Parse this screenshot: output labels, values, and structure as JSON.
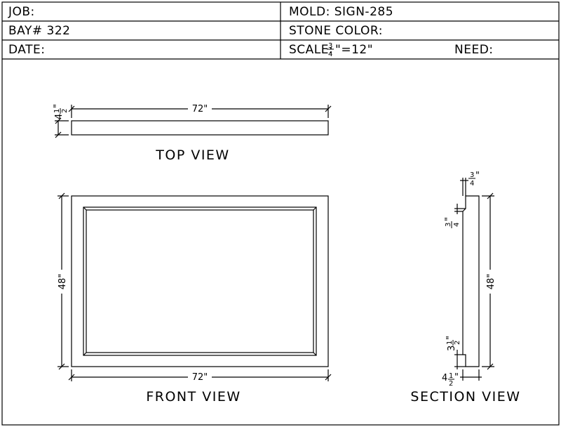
{
  "title_block": {
    "job_label": "JOB:",
    "mold_label": "MOLD: SIGN-285",
    "bay_label": "BAY# 322",
    "stone_color_label": "STONE COLOR:",
    "date_label": "DATE:",
    "scale_label": "SCALE:",
    "scale_frac_num": "3",
    "scale_frac_den": "4",
    "scale_rest": "\"=12\"",
    "need_label": "NEED:"
  },
  "views": {
    "top_view": {
      "label": "TOP VIEW",
      "width_dim": "72\"",
      "depth_whole": "4",
      "depth_num": "1",
      "depth_den": "2",
      "depth_inch": "\""
    },
    "front_view": {
      "label": "FRONT VIEW",
      "width_dim": "72\"",
      "height_dim": "48\""
    },
    "section_view": {
      "label": "SECTION VIEW",
      "height_dim": "48\"",
      "top_step_num": "3",
      "top_step_den": "4",
      "top_step_inch": "\"",
      "side_step_num": "3",
      "side_step_den": "4",
      "side_step_inch": "\"",
      "bottom_whole": "3",
      "bottom_num": "1",
      "bottom_den": "2",
      "bottom_inch": "\"",
      "depth_whole": "4",
      "depth_num": "1",
      "depth_den": "2",
      "depth_inch": "\""
    }
  }
}
